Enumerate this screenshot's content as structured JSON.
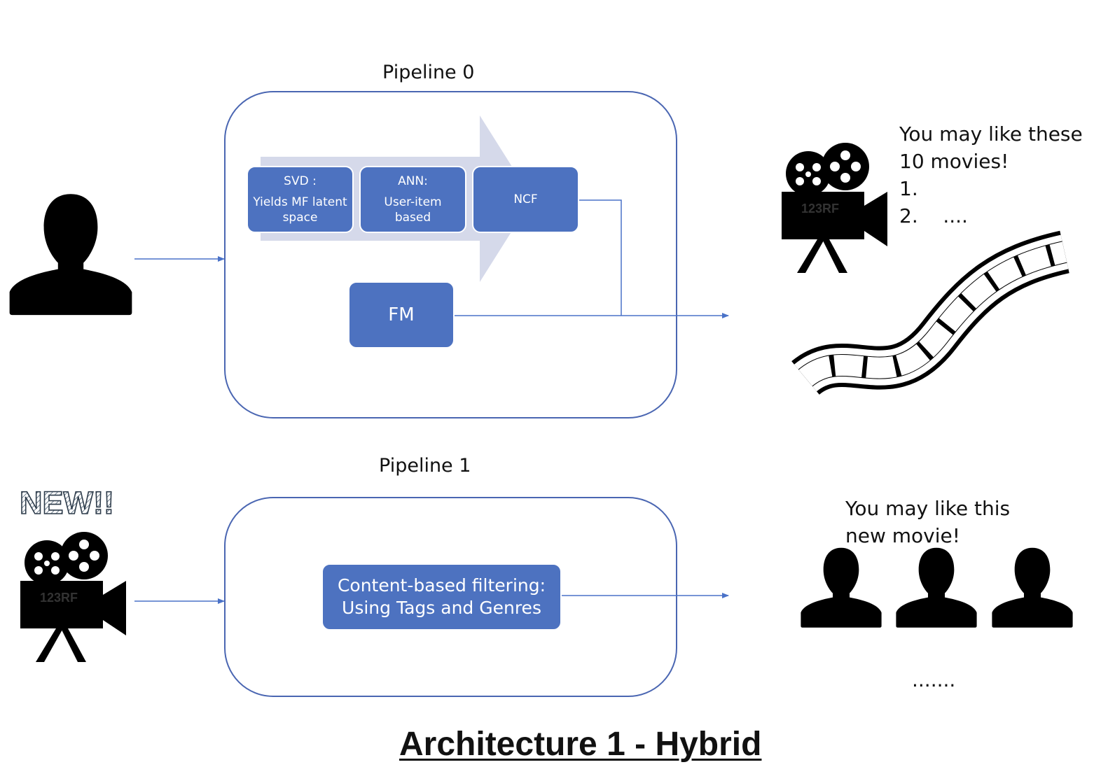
{
  "pipeline0": {
    "title": "Pipeline 0",
    "stages": [
      {
        "heading": "SVD :",
        "body": "Yields MF latent space"
      },
      {
        "heading": "ANN:",
        "body": "User-item based"
      },
      {
        "heading": "",
        "body": "NCF"
      }
    ],
    "fm_label": "FM"
  },
  "pipeline1": {
    "title": "Pipeline 1",
    "box_label_line1": "Content-based filtering:",
    "box_label_line2": "Using Tags and Genres"
  },
  "new_badge": "NEW!!",
  "output0": {
    "line1": "You may like these",
    "line2": "10 movies!",
    "line3": "1.",
    "line4": "2.    ...."
  },
  "output1": {
    "line1": "You may like this",
    "line2": "new movie!",
    "ellipsis": "......."
  },
  "watermark": "123RF",
  "footer_title": "Architecture 1 - Hybrid",
  "colors": {
    "box_fill": "#4d72c0",
    "box_border": "#4a66b2",
    "arrow_band": "#d5d9ea",
    "connector": "#4a72c8"
  },
  "icons": [
    "user-silhouette-icon",
    "movie-camera-icon",
    "film-strip-icon"
  ]
}
